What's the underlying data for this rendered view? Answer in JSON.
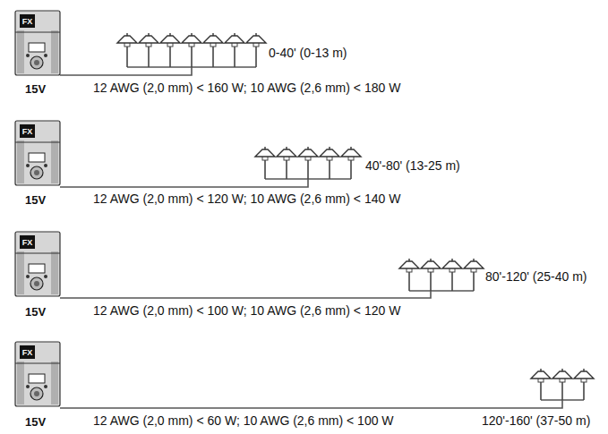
{
  "diagram": {
    "labels": [
      "FX",
      "15V",
      "12 AWG (2,0 mm) < 160 W; 10 AWG (2,6 mm) < 180 W",
      "0-40' (0-13 m)",
      "FX",
      "15V",
      "12 AWG (2,0 mm) < 120 W; 10 AWG (2,6 mm) < 140 W",
      "40'-80' (13-25 m)",
      "FX",
      "15V",
      "12 AWG (2,0 mm) < 100 W; 10 AWG (2,6 mm) < 120 W",
      "80'-120' (25-40 m)",
      "FX",
      "15V",
      "12 AWG (2,0 mm) < 60 W; 10 AWG (2,6 mm) < 100 W",
      "120'-160' (37-50 m)"
    ]
  }
}
